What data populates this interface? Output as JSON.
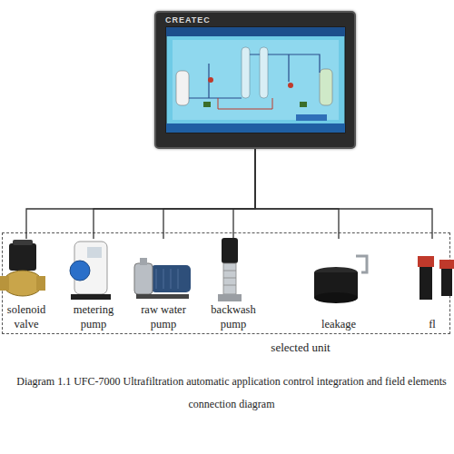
{
  "diagram": {
    "caption": "Diagram 1.1 UFC-7000 Ultrafiltration automatic application control integration and field elements connection diagram",
    "nodes": [
      {
        "text": [
          "CREATEC"
        ]
      },
      {
        "text": [
          "selected unit"
        ]
      },
      {
        "text": [
          "solenoid valve"
        ],
        "in": 1
      },
      {
        "text": [
          "metering pump"
        ],
        "in": 1
      },
      {
        "text": [
          "raw water pump"
        ],
        "in": 1
      },
      {
        "text": [
          "backwash pump"
        ],
        "in": 1
      },
      {
        "text": [
          "leakage"
        ],
        "in": 1
      },
      {
        "text": [
          "fl"
        ],
        "in": 1
      }
    ],
    "edges": [
      {
        "from": 0,
        "to": 2,
        "arrow": "none"
      },
      {
        "from": 0,
        "to": 3,
        "arrow": "none"
      },
      {
        "from": 0,
        "to": 4,
        "arrow": "none"
      },
      {
        "from": 0,
        "to": 5,
        "arrow": "none"
      },
      {
        "from": 0,
        "to": 6,
        "arrow": "none"
      },
      {
        "from": 0,
        "to": 7,
        "arrow": "none"
      }
    ]
  }
}
